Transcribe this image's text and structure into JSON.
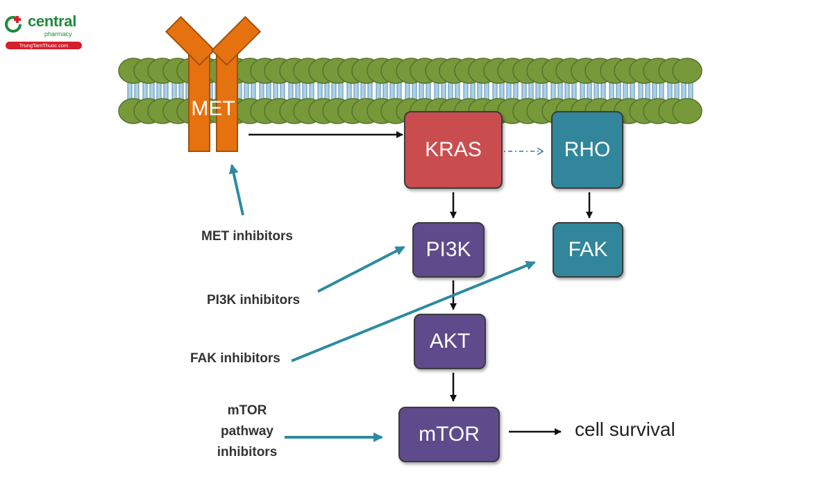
{
  "logo": {
    "name": "central",
    "sub": "pharmacy",
    "site": "TrungTamThuoc.com"
  },
  "nodes": {
    "met": "MET",
    "kras": "KRAS",
    "rho": "RHO",
    "pi3k": "PI3K",
    "fak": "FAK",
    "akt": "AKT",
    "mtor": "mTOR"
  },
  "inhibitors": {
    "met": "MET inhibitors",
    "pi3k": "PI3K inhibitors",
    "fak": "FAK inhibitors",
    "mtor_line1": "mTOR",
    "mtor_line2": "pathway",
    "mtor_line3": "inhibitors"
  },
  "outcome": "cell survival",
  "colors": {
    "membrane_head": "#77993a",
    "membrane_tail": "#a9d3ea",
    "met_receptor": "#e5720f",
    "kras": "#c94d4f",
    "rho_fak": "#31869b",
    "pathway": "#5f4b8b",
    "inhibitor_arrow": "#2d8aa1",
    "logo_green": "#1e8a3a",
    "logo_red": "#d6202b"
  }
}
